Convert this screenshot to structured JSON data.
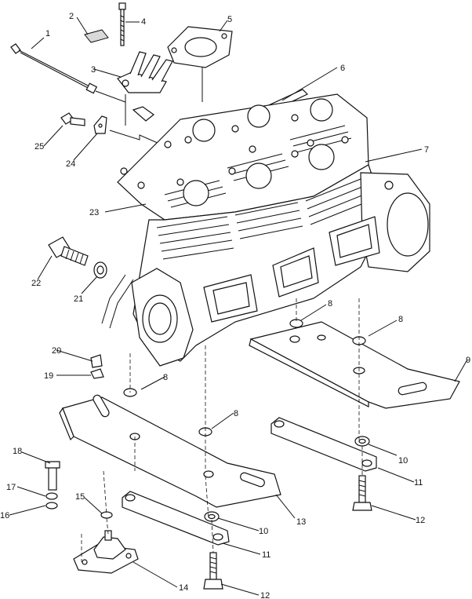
{
  "callouts": [
    {
      "id": "c1",
      "text": "1"
    },
    {
      "id": "c2",
      "text": "2"
    },
    {
      "id": "c3",
      "text": "3"
    },
    {
      "id": "c4",
      "text": "4"
    },
    {
      "id": "c5",
      "text": "5"
    },
    {
      "id": "c6",
      "text": "6"
    },
    {
      "id": "c7",
      "text": "7"
    },
    {
      "id": "c8a",
      "text": "8"
    },
    {
      "id": "c8b",
      "text": "8"
    },
    {
      "id": "c8c",
      "text": "8"
    },
    {
      "id": "c8d",
      "text": "8"
    },
    {
      "id": "c9",
      "text": "9"
    },
    {
      "id": "c10a",
      "text": "10"
    },
    {
      "id": "c10b",
      "text": "10"
    },
    {
      "id": "c11a",
      "text": "11"
    },
    {
      "id": "c11b",
      "text": "11"
    },
    {
      "id": "c12a",
      "text": "12"
    },
    {
      "id": "c12b",
      "text": "12"
    },
    {
      "id": "c13",
      "text": "13"
    },
    {
      "id": "c14",
      "text": "14"
    },
    {
      "id": "c15",
      "text": "15"
    },
    {
      "id": "c16",
      "text": "16"
    },
    {
      "id": "c17",
      "text": "17"
    },
    {
      "id": "c18",
      "text": "18"
    },
    {
      "id": "c19",
      "text": "19"
    },
    {
      "id": "c20",
      "text": "20"
    },
    {
      "id": "c21",
      "text": "21"
    },
    {
      "id": "c22",
      "text": "22"
    },
    {
      "id": "c23",
      "text": "23"
    },
    {
      "id": "c24",
      "text": "24"
    },
    {
      "id": "c25",
      "text": "25"
    }
  ]
}
